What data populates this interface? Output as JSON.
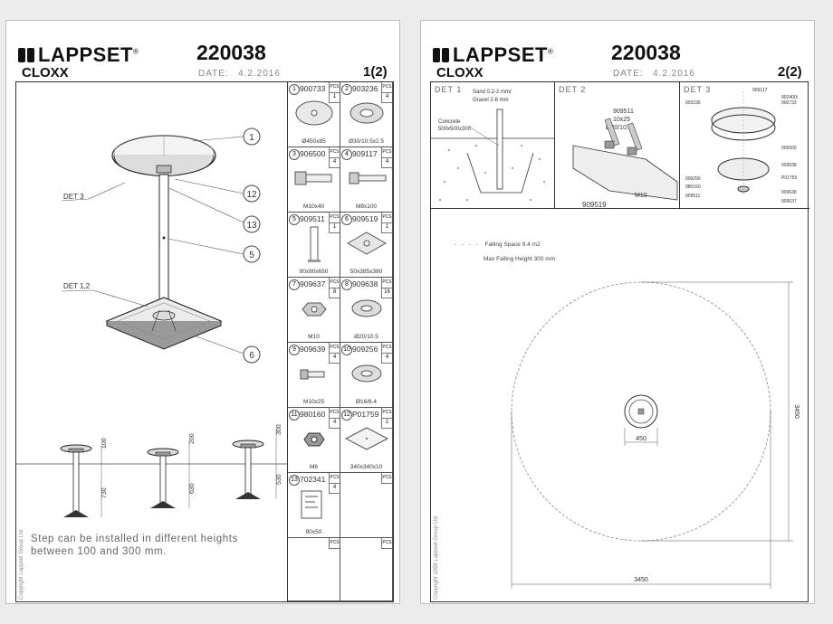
{
  "brand": "LAPPSET",
  "product_number": "220038",
  "product_name": "CLOXX",
  "date_label": "DATE:",
  "date": "4.2.2016",
  "page1": {
    "page_no": "1(2)",
    "callouts": [
      "1",
      "12",
      "13",
      "5",
      "6"
    ],
    "labels": {
      "det3": "DET 3",
      "det12": "DET 1,2"
    },
    "heights": {
      "h1": "100",
      "h2": "200",
      "h3": "300",
      "d1": "730",
      "d2": "630",
      "d3": "530"
    },
    "note_line1": "Step can be installed in different heights",
    "note_line2": "between 100 and 300 mm.",
    "copyright": "Copyright Lappset Group Ltd",
    "pcs_label": "PCS",
    "parts": [
      {
        "no": "1",
        "code": "900733",
        "qty": "1",
        "size": "Ø450x85"
      },
      {
        "no": "2",
        "code": "903236",
        "qty": "4",
        "size": "Ø30/10.5x2.5"
      },
      {
        "no": "3",
        "code": "906500",
        "qty": "4",
        "size": "M10x40"
      },
      {
        "no": "4",
        "code": "909117",
        "qty": "4",
        "size": "M8x100"
      },
      {
        "no": "5",
        "code": "909511",
        "qty": "1",
        "size": "90x90x650"
      },
      {
        "no": "6",
        "code": "909519",
        "qty": "1",
        "size": "50x385x380"
      },
      {
        "no": "7",
        "code": "909637",
        "qty": "8",
        "size": "M10"
      },
      {
        "no": "8",
        "code": "909638",
        "qty": "16",
        "size": "Ø20/10.5"
      },
      {
        "no": "9",
        "code": "909639",
        "qty": "4",
        "size": "M10x25"
      },
      {
        "no": "10",
        "code": "909256",
        "qty": "4",
        "size": "Ø16/8.4"
      },
      {
        "no": "11",
        "code": "980160",
        "qty": "4",
        "size": "M8"
      },
      {
        "no": "12",
        "code": "P01759",
        "qty": "1",
        "size": "340x340x10"
      },
      {
        "no": "13",
        "code": "702341",
        "qty": "4",
        "size": "90x50"
      },
      {
        "no": "",
        "code": "",
        "qty": "",
        "size": ""
      },
      {
        "no": "",
        "code": "",
        "qty": "",
        "size": ""
      },
      {
        "no": "",
        "code": "",
        "qty": "",
        "size": ""
      }
    ]
  },
  "page2": {
    "page_no": "2(2)",
    "det1": {
      "title": "DET 1",
      "sand": "Sand 0.2-2 mm/",
      "gravel": "Gravel 2-8 mm",
      "concrete": "Concrete",
      "concrete_size": "500x500x300"
    },
    "det2": {
      "title": "DET 2",
      "code1": "909511",
      "dim1": "10x25",
      "dim2": "Ø20/10.5",
      "bolt": "M10",
      "code2": "909519"
    },
    "det3": {
      "title": "DET 3",
      "labels": [
        "909117",
        "902400/",
        "900733",
        "903236",
        "906500",
        "909638",
        "909256",
        "980160",
        "909511",
        "P01759",
        "909638",
        "909637"
      ]
    },
    "legend_line": "Falling Space 9.4 m2",
    "legend_max": "Max Falling Height 300 mm",
    "dim_inner": "450",
    "dim_width": "3450",
    "dim_height": "3450",
    "copyright": "Copyright 1998 Lappset Group Ltd"
  }
}
